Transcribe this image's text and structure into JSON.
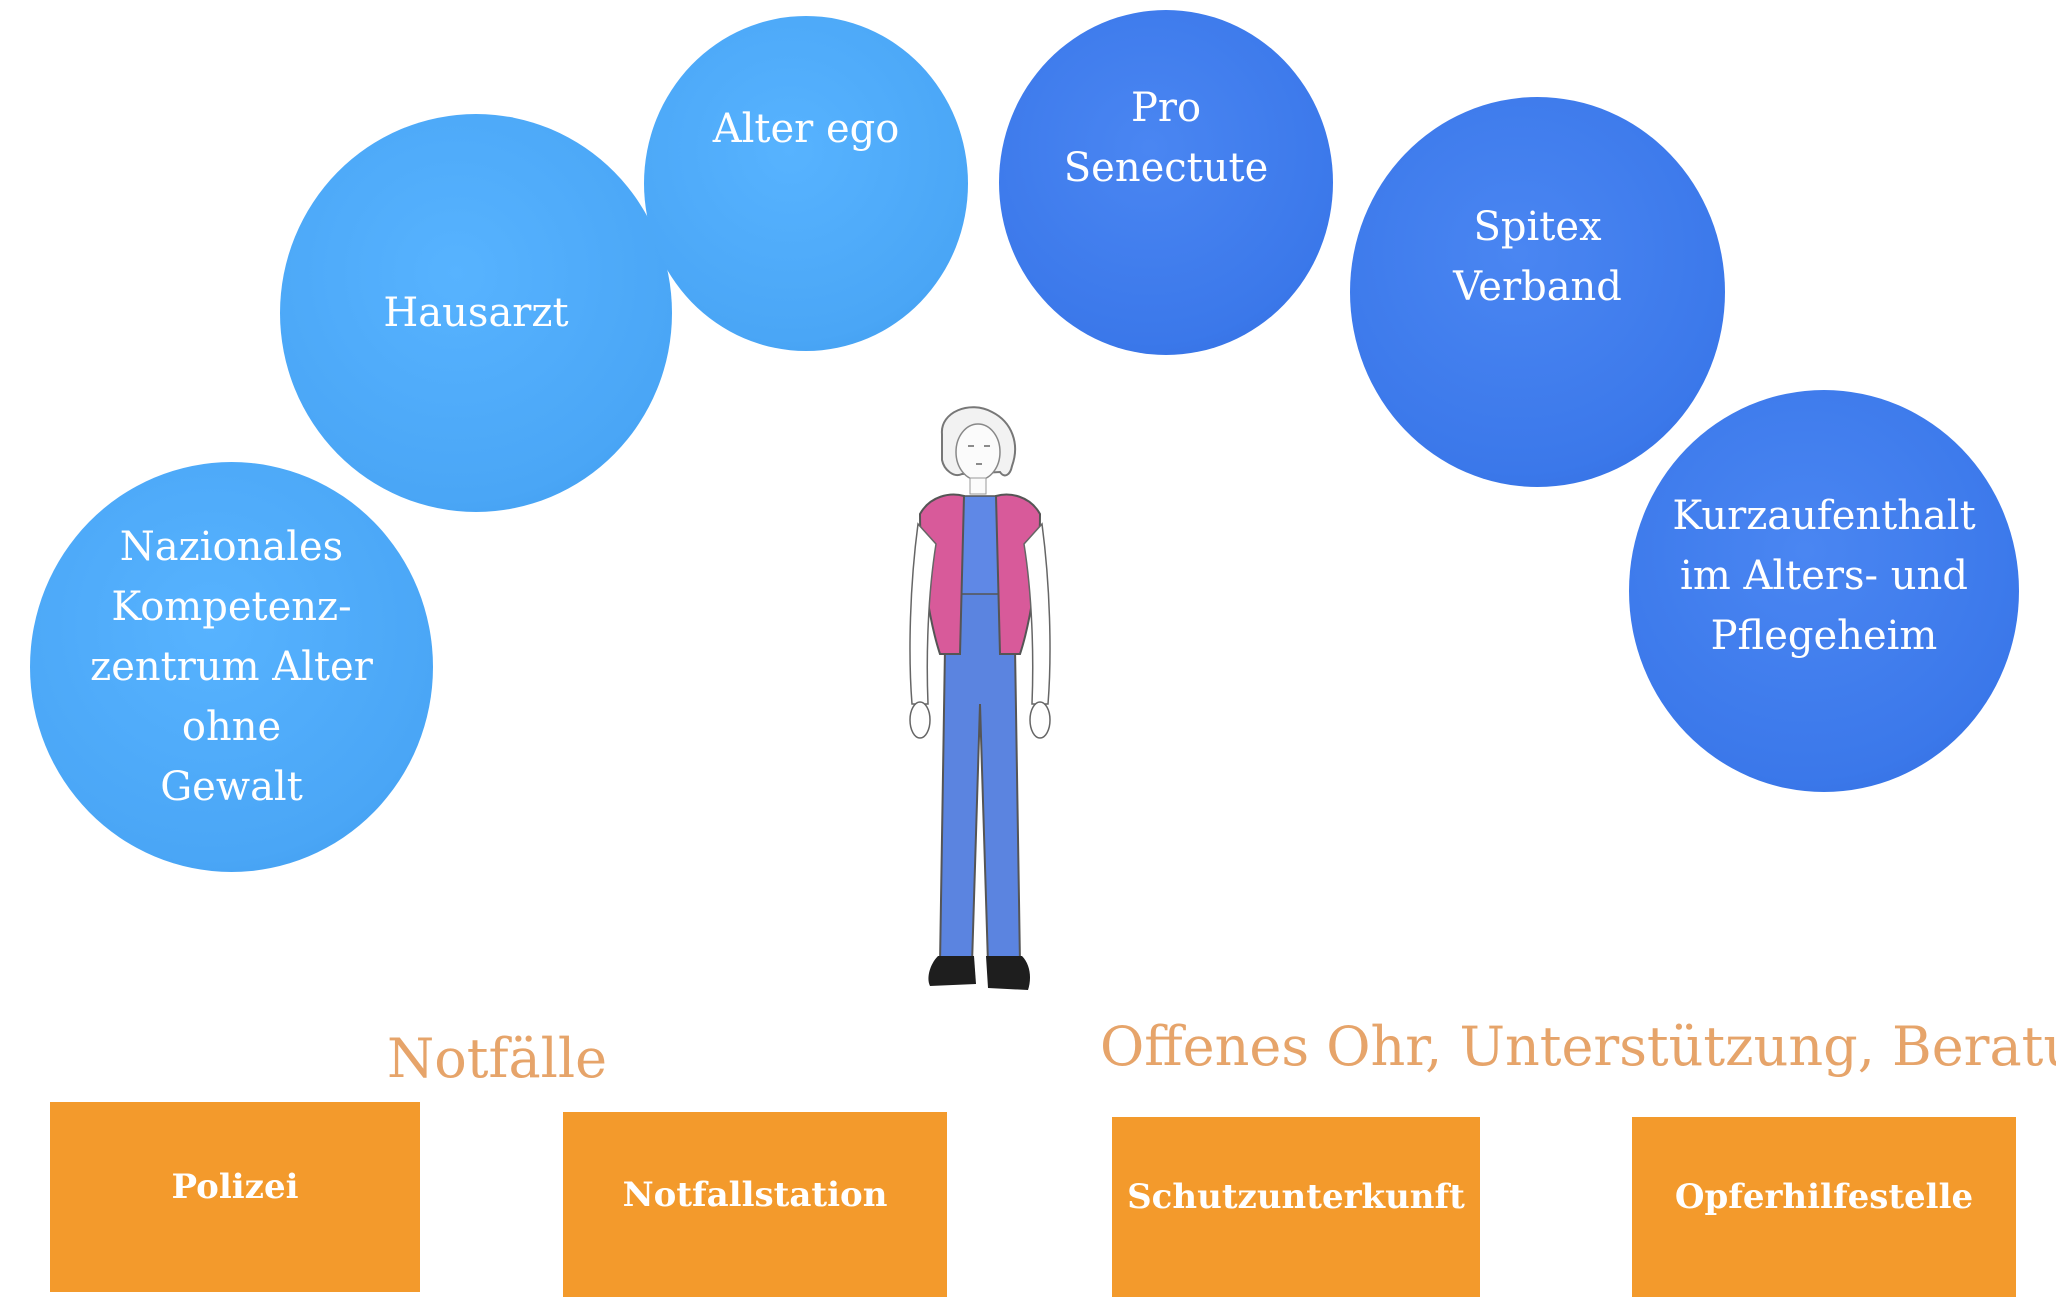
{
  "circles": [
    {
      "id": "nazionales",
      "label": "Nazionales\nKompetenz-\nzentrum Alter\nohne\nGewalt",
      "tone": "light"
    },
    {
      "id": "hausarzt",
      "label": "Hausarzt",
      "tone": "light"
    },
    {
      "id": "alter-ego",
      "label": "Alter ego",
      "tone": "light"
    },
    {
      "id": "pro-senectute",
      "label": "Pro\nSenectute",
      "tone": "dark"
    },
    {
      "id": "spitex",
      "label": "Spitex\nVerband",
      "tone": "dark"
    },
    {
      "id": "kurzaufenthalt",
      "label": "Kurzaufenthalt\nim Alters- und\nPflegeheim",
      "tone": "dark"
    }
  ],
  "headings": {
    "emergencies": "Notfälle",
    "support": "Offenes Ohr, Unterstützung, Beratung"
  },
  "boxes": {
    "polizei": "Polizei",
    "notfallstation": "Notfallstation",
    "schutzunterkunft": "Schutzunterkunft",
    "opferhilfestelle": "Opferhilfestelle"
  },
  "colors": {
    "light_blue": "#4aa6f6",
    "dark_blue": "#3b78ea",
    "orange_box": "#f39a2c",
    "heading_orange": "#e6a46a",
    "cardigan_pink": "#d85a9a",
    "trousers_blue": "#5b84e0"
  },
  "figure": {
    "icon": "elderly-woman-figure"
  }
}
